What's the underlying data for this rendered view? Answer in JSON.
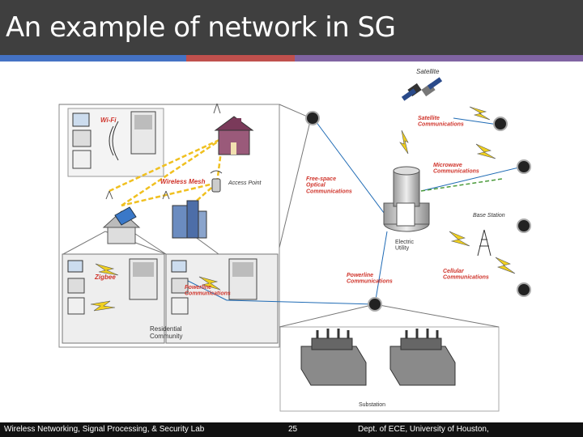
{
  "slide": {
    "title": "An example of network in SG",
    "accent_colors": [
      "#4472c4",
      "#c0504d",
      "#8064a2"
    ]
  },
  "diagram": {
    "labels": {
      "satellite": "Satellite",
      "satellite_comm": "Satellite Communications",
      "wifi": "Wi-Fi",
      "wireless_mesh": "Wireless Mesh",
      "access_point": "Access Point",
      "free_space": "Free-space Optical Communications",
      "microwave": "Microwave Communications",
      "base_station": "Base Station",
      "electric_utility": "Electric Utility",
      "zigbee": "Zigbee",
      "powerline_res": "Powerline Communications",
      "powerline": "Powerline Communications",
      "cellular": "Cellular Communications",
      "residential": "Residential Community",
      "substation": "Substation"
    }
  },
  "footer": {
    "lab": "Wireless Networking, Signal Processing, & Security Lab",
    "page": "25",
    "dept": "Dept. of ECE, University of Houston,"
  }
}
